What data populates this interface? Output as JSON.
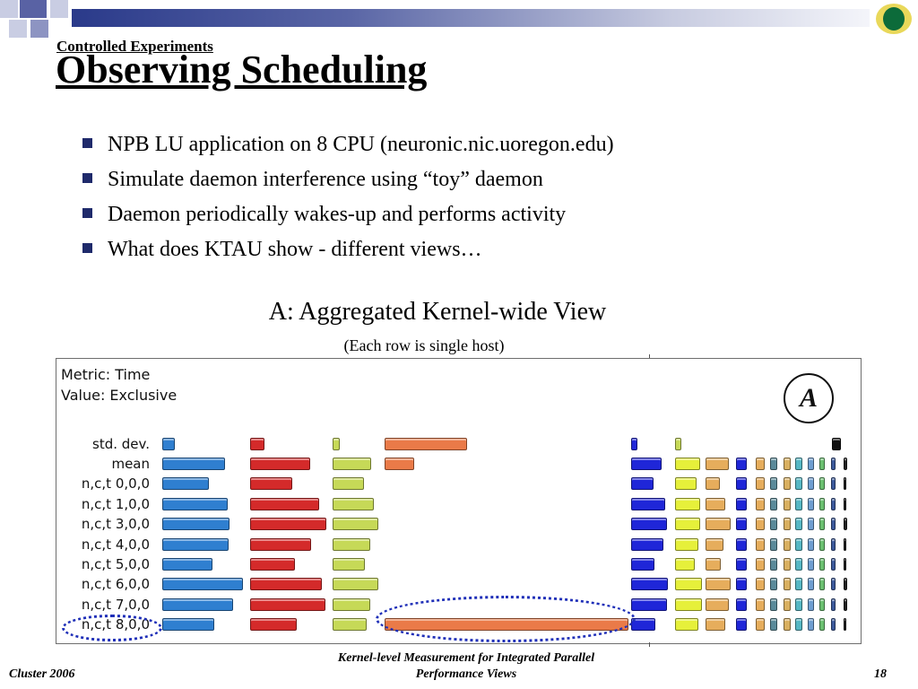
{
  "header": {
    "subtitle": "Controlled Experiments",
    "title": "Observing Scheduling"
  },
  "bullets": [
    "NPB LU application on 8 CPU (neuronic.nic.uoregon.edu)",
    "Simulate daemon interference using “toy” daemon",
    "Daemon periodically wakes-up and performs activity",
    "What does KTAU show - different views…"
  ],
  "figure": {
    "caption": "A: Aggregated Kernel-wide View",
    "subcaption": "(Each row is single host)",
    "metric_label": "Metric: Time",
    "value_label": "Value: Exclusive",
    "badge": "A",
    "row_labels": [
      "std. dev.",
      "mean",
      "n,c,t 0,0,0",
      "n,c,t 1,0,0",
      "n,c,t 3,0,0",
      "n,c,t 4,0,0",
      "n,c,t 5,0,0",
      "n,c,t 6,0,0",
      "n,c,t 7,0,0",
      "n,c,t 8,0,0"
    ]
  },
  "colors": {
    "blue": "#2f7fd0",
    "red": "#d42a2a",
    "lime": "#c6d957",
    "orange": "#ea7a48",
    "darkblue": "#1f26d8",
    "yellow": "#e6f03a",
    "tan": "#e6ad5c",
    "bullet": "#1f2a6b",
    "ellipse": "#1f2fb8"
  },
  "footer": {
    "left": "Cluster 2006",
    "center_line1": "Kernel-level Measurement for Integrated Parallel",
    "center_line2": "Performance Views",
    "page": "18"
  }
}
